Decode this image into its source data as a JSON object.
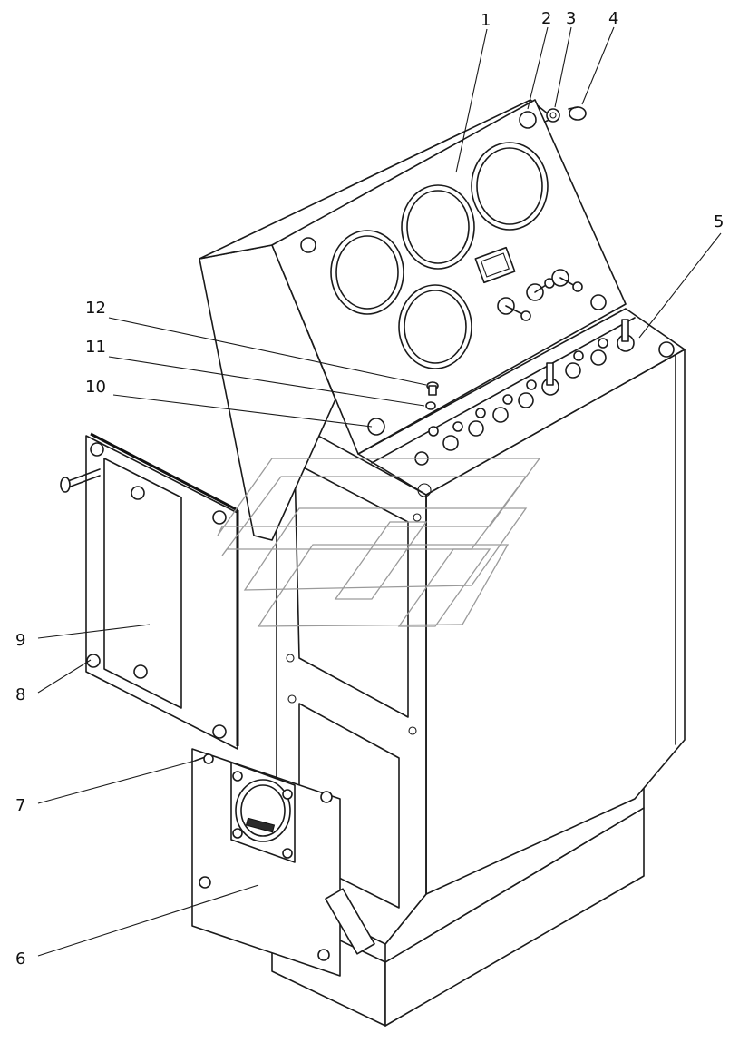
{
  "callouts": [
    {
      "id": "1",
      "label": "1"
    },
    {
      "id": "2",
      "label": "2"
    },
    {
      "id": "3",
      "label": "3"
    },
    {
      "id": "4",
      "label": "4"
    },
    {
      "id": "5",
      "label": "5"
    },
    {
      "id": "6",
      "label": "6"
    },
    {
      "id": "7",
      "label": "7"
    },
    {
      "id": "8",
      "label": "8"
    },
    {
      "id": "9",
      "label": "9"
    },
    {
      "id": "10",
      "label": "10"
    },
    {
      "id": "11",
      "label": "11"
    },
    {
      "id": "12",
      "label": "12"
    }
  ],
  "colors": {
    "line": "#1a1a1a",
    "watermark": "#9a9a9a",
    "background": "#ffffff"
  }
}
